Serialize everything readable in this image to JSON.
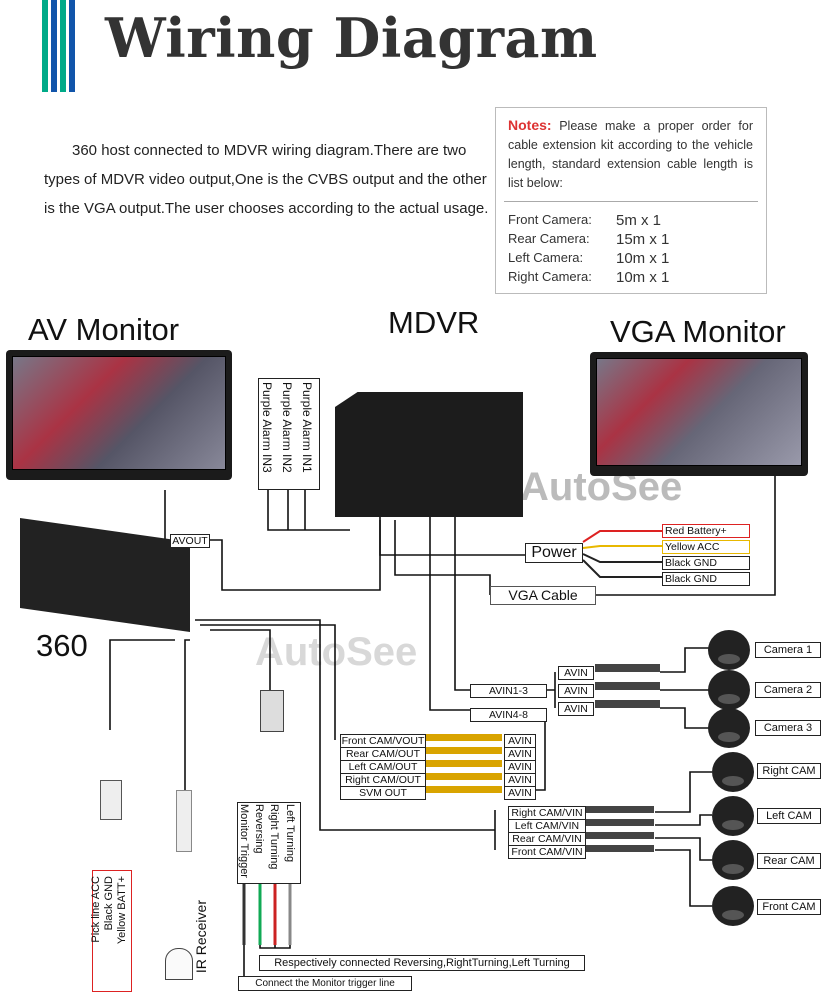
{
  "header": {
    "title": "Wiring Diagram"
  },
  "intro": {
    "text": "360 host connected to MDVR wiring diagram.There are two types of MDVR video output,One is the CVBS output and the other is the VGA output.The user chooses according to the actual usage."
  },
  "notes": {
    "label": "Notes:",
    "text": "Please make a proper order for cable extension kit according to the vehicle length, standard extension cable length is list below:",
    "rows": [
      {
        "name": "Front Camera:",
        "value": "5m x 1"
      },
      {
        "name": "Rear Camera:",
        "value": "15m x 1"
      },
      {
        "name": "Left Camera:",
        "value": "10m x 1"
      },
      {
        "name": "Right Camera:",
        "value": "10m x 1"
      }
    ]
  },
  "labels": {
    "av_monitor": "AV Monitor",
    "mdvr": "MDVR",
    "vga_monitor": "VGA Monitor",
    "host": "360",
    "watermark": "AutoSee",
    "avout": "AVOUT",
    "power": "Power",
    "vga_cable": "VGA Cable",
    "avin13": "AVIN1-3",
    "avin48": "AVIN4-8",
    "ir_receiver": "IR Receiver",
    "trigger_note": "Respectively connected Reversing,RightTurning,Left  Turning",
    "monitor_trigger_note": "Connect the Monitor trigger line"
  },
  "alarms": [
    "Purple Alarm IN1",
    "Purple Alarm IN2",
    "Purple Alarm IN3"
  ],
  "power_wires": [
    {
      "label": "Red Battery+",
      "color": "#d22"
    },
    {
      "label": "Yellow ACC",
      "color": "#e8b800"
    },
    {
      "label": "Black GND",
      "color": "#222"
    },
    {
      "label": "Black GND",
      "color": "#222"
    }
  ],
  "avin_small": [
    "AVIN",
    "AVIN",
    "AVIN"
  ],
  "cameras_top": [
    "Camera 1",
    "Camera 2",
    "Camera 3"
  ],
  "cam_out": [
    "Front CAM/VOUT",
    "Rear CAM/OUT",
    "Left CAM/OUT",
    "Right CAM/OUT",
    "SVM OUT"
  ],
  "avin_mid": [
    "AVIN",
    "AVIN",
    "AVIN",
    "AVIN",
    "AVIN"
  ],
  "cam_vin": [
    "Right CAM/VIN",
    "Left CAM/VIN",
    "Rear CAM/VIN",
    "Front CAM/VIN"
  ],
  "cameras_bottom": [
    "Right CAM",
    "Left CAM",
    "Rear CAM",
    "Front CAM"
  ],
  "power_harness": [
    "Pick line ACC",
    "Black GND",
    "Yellow BATT+"
  ],
  "trigger_wires": [
    "Monitor Trigger",
    "Reversing",
    "Right Turning",
    "Left Turning"
  ],
  "colors": {
    "accent_red": "#d33",
    "wire": "#111"
  }
}
